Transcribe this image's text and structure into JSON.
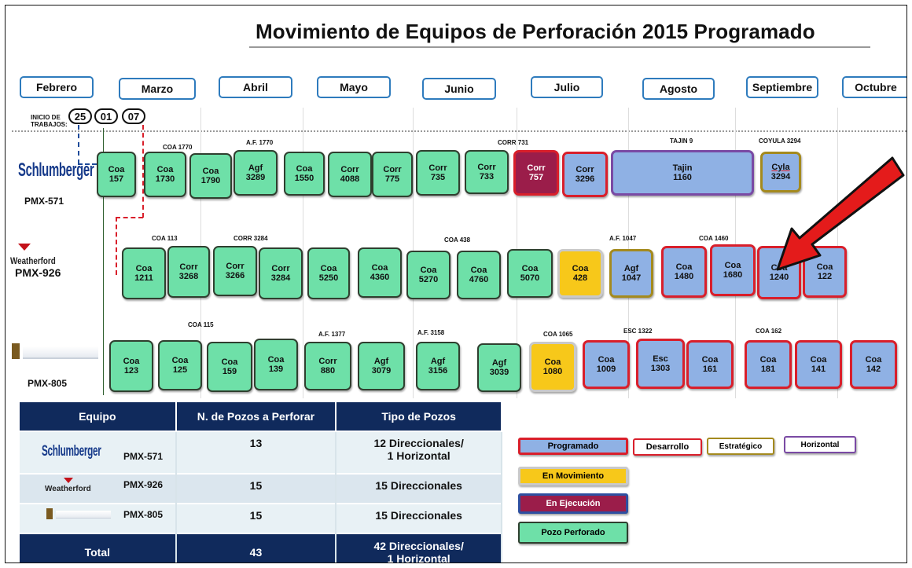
{
  "title": "Movimiento de Equipos de Perforación 2015 Programado",
  "months": [
    "Febrero",
    "Marzo",
    "Abril",
    "Mayo",
    "Junio",
    "Julio",
    "Agosto",
    "Septiembre",
    "Octubre"
  ],
  "inicio_label": "INICIO DE TRABAJOS:",
  "start_days": [
    "25",
    "01",
    "07"
  ],
  "rigs": {
    "schlumberger": {
      "company": "Schlumberger",
      "rig": "PMX-571"
    },
    "weatherford": {
      "company": "Weatherford",
      "rig": "PMX-926"
    },
    "third": {
      "company": "",
      "rig": "PMX-805"
    }
  },
  "row1": {
    "labels": [
      "COA 1770",
      "A.F. 1770",
      "CORR 731",
      "TAJIN 9",
      "COYULA 3294"
    ],
    "tiles": [
      {
        "a": "Coa",
        "b": "157"
      },
      {
        "a": "Coa",
        "b": "1730"
      },
      {
        "a": "Coa",
        "b": "1790"
      },
      {
        "a": "Agf",
        "b": "3289"
      },
      {
        "a": "Coa",
        "b": "1550"
      },
      {
        "a": "Corr",
        "b": "4088"
      },
      {
        "a": "Corr",
        "b": "775"
      },
      {
        "a": "Corr",
        "b": "735"
      },
      {
        "a": "Corr",
        "b": "733"
      },
      {
        "a": "Corr",
        "b": "757"
      },
      {
        "a": "Corr",
        "b": "3296"
      },
      {
        "a": "Tajin",
        "b": "1160"
      },
      {
        "a": "Cyla",
        "b": "3294"
      }
    ]
  },
  "row2": {
    "labels": [
      "COA 113",
      "CORR 3284",
      "COA 438",
      "A.F. 1047",
      "COA 1460"
    ],
    "tiles": [
      {
        "a": "Coa",
        "b": "1211"
      },
      {
        "a": "Corr",
        "b": "3268"
      },
      {
        "a": "Corr",
        "b": "3266"
      },
      {
        "a": "Corr",
        "b": "3284"
      },
      {
        "a": "Coa",
        "b": "5250"
      },
      {
        "a": "Coa",
        "b": "4360"
      },
      {
        "a": "Coa",
        "b": "5270"
      },
      {
        "a": "Coa",
        "b": "4760"
      },
      {
        "a": "Coa",
        "b": "5070"
      },
      {
        "a": "Coa",
        "b": "428"
      },
      {
        "a": "Agf",
        "b": "1047"
      },
      {
        "a": "Coa",
        "b": "1480"
      },
      {
        "a": "Coa",
        "b": "1680"
      },
      {
        "a": "Coa",
        "b": "1240"
      },
      {
        "a": "Coa",
        "b": "122"
      }
    ]
  },
  "row3": {
    "labels": [
      "COA 115",
      "A.F. 1377",
      "A.F. 3158",
      "COA 1065",
      "ESC 1322",
      "COA 162"
    ],
    "tiles": [
      {
        "a": "Coa",
        "b": "123"
      },
      {
        "a": "Coa",
        "b": "125"
      },
      {
        "a": "Coa",
        "b": "159"
      },
      {
        "a": "Coa",
        "b": "139"
      },
      {
        "a": "Corr",
        "b": "880"
      },
      {
        "a": "Agf",
        "b": "3079"
      },
      {
        "a": "Agf",
        "b": "3156"
      },
      {
        "a": "Agf",
        "b": "3039"
      },
      {
        "a": "Coa",
        "b": "1080"
      },
      {
        "a": "Coa",
        "b": "1009"
      },
      {
        "a": "Esc",
        "b": "1303"
      },
      {
        "a": "Coa",
        "b": "161"
      },
      {
        "a": "Coa",
        "b": "181"
      },
      {
        "a": "Coa",
        "b": "141"
      },
      {
        "a": "Coa",
        "b": "142"
      }
    ]
  },
  "table": {
    "headers": [
      "Equipo",
      "N. de Pozos a Perforar",
      "Tipo de Pozos"
    ],
    "rows": [
      {
        "rig": "PMX-571",
        "count": "13",
        "tipo1": "12 Direccionales/",
        "tipo2": "1 Horizontal"
      },
      {
        "rig": "PMX-926",
        "count": "15",
        "tipo1": "15 Direccionales",
        "tipo2": ""
      },
      {
        "rig": "PMX-805",
        "count": "15",
        "tipo1": "15 Direccionales",
        "tipo2": ""
      }
    ],
    "total": {
      "label": "Total",
      "count": "43",
      "tipo1": "42 Direccionales/",
      "tipo2": "1 Horizontal"
    }
  },
  "legend": {
    "programado": "Programado",
    "desarrollo": "Desarrollo",
    "estrategico": "Estratégico",
    "horizontal": "Horizontal",
    "movimiento": "En Movimiento",
    "ejecucion": "En Ejecución",
    "perforado": "Pozo Perforado"
  },
  "colors": {
    "perforado": "#6ee0a8",
    "programado": "#8fb1e4",
    "movimiento": "#f7c81a",
    "ejecucion": "#9b1d4a",
    "desarrollo_border": "#d91f2b",
    "estrategico_border": "#a48a1e",
    "horizontal_border": "#7a4aa4",
    "header": "#102a5c",
    "arrow": "#e41b1b"
  }
}
